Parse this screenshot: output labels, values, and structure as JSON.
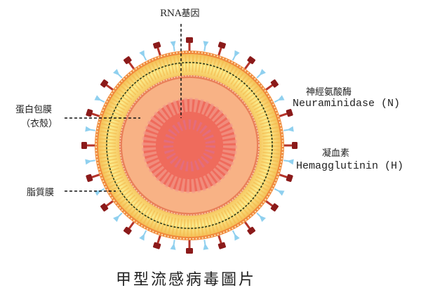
{
  "labels": {
    "rna": "RNA基因",
    "envelope_protein": "蛋白包膜",
    "envelope_protein_alt": "（衣殼）",
    "lipid_membrane": "脂質膜",
    "neuraminidase_zh": "神經氨酸酶",
    "neuraminidase_en": "Neuraminidase (N)",
    "hemagglutinin_zh": "凝血素",
    "hemagglutinin_en": "Hemagglutinin (H)"
  },
  "title": "甲型流感病毒圖片",
  "colors": {
    "outer_ring": "#f08a3c",
    "lipid_band": "#f9e27a",
    "interior": "#f8b285",
    "core": "#ef6b5c",
    "na_spike": "#8b1a1a",
    "ha_spike": "#8fd0ef"
  }
}
